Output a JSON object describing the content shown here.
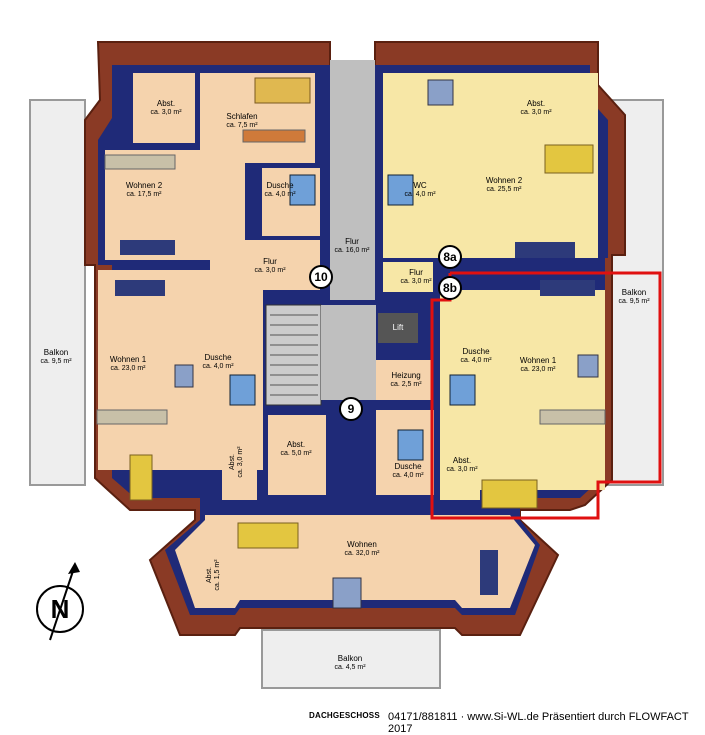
{
  "rooms": {
    "abst_tl": {
      "name": "Abst.",
      "area": "ca. 3,0 m²"
    },
    "schlafen": {
      "name": "Schlafen",
      "area": "ca. 7,5 m²"
    },
    "wohnen2_left": {
      "name": "Wohnen 2",
      "area": "ca. 17,5 m²"
    },
    "dusche_tl": {
      "name": "Dusche",
      "area": "ca. 4,0 m²"
    },
    "flur_center": {
      "name": "Flur",
      "area": "ca. 16,0 m²"
    },
    "wc": {
      "name": "WC",
      "area": "ca. 4,0 m²"
    },
    "wohnen2_right": {
      "name": "Wohnen 2",
      "area": "ca. 25,5 m²"
    },
    "abst_tr": {
      "name": "Abst.",
      "area": "ca. 3,0 m²"
    },
    "flur_left": {
      "name": "Flur",
      "area": "ca. 3,0 m²"
    },
    "flur_right": {
      "name": "Flur",
      "area": "ca. 3,0 m²"
    },
    "balkon_left": {
      "name": "Balkon",
      "area": "ca. 9,5 m²"
    },
    "wohnen1_left": {
      "name": "Wohnen 1",
      "area": "ca. 23,0 m²"
    },
    "dusche_ml": {
      "name": "Dusche",
      "area": "ca. 4,0 m²"
    },
    "dusche_mr": {
      "name": "Dusche",
      "area": "ca. 4,0 m²"
    },
    "wohnen1_right": {
      "name": "Wohnen 1",
      "area": "ca. 23,0 m²"
    },
    "balkon_right": {
      "name": "Balkon",
      "area": "ca. 9,5 m²"
    },
    "heizung": {
      "name": "Heizung",
      "area": "ca. 2,5 m²"
    },
    "abst_c": {
      "name": "Abst.",
      "area": "ca. 5,0 m²"
    },
    "abst_l_v": {
      "name": "Abst.",
      "area": "ca. 3,0 m²"
    },
    "dusche_bc": {
      "name": "Dusche",
      "area": "ca. 4,0 m²"
    },
    "abst_br": {
      "name": "Abst.",
      "area": "ca. 3,0 m²"
    },
    "wohnen_bottom": {
      "name": "Wohnen",
      "area": "ca. 32,0 m²"
    },
    "abst_bl_v": {
      "name": "Abst.",
      "area": "ca. 1,5 m²"
    },
    "balkon_bottom": {
      "name": "Balkon",
      "area": "ca. 4,5 m²"
    }
  },
  "lift_label": "Lift",
  "unit_badges": {
    "u10": "10",
    "u9": "9",
    "u8a": "8a",
    "u8b": "8b"
  },
  "compass_letter": "N",
  "floor_label": "DACHGESCHOSS",
  "footer_text": "04171/881811 · www.Si-WL.de Präsentiert durch FLOWFACT 2017",
  "colors": {
    "roof": "#8a3a25",
    "wall": "#1f2a78",
    "floor_peach": "#f5d3ad",
    "floor_yellow": "#f7e7a6",
    "stair_grey": "#bfbfbf",
    "balcony": "#eeeeee",
    "highlight": "#e01010"
  }
}
